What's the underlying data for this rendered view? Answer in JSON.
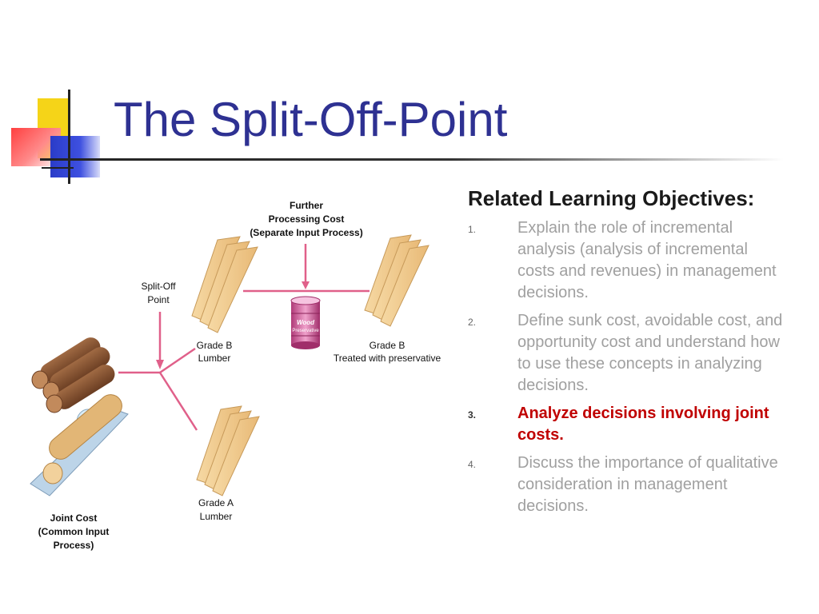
{
  "slide": {
    "title": "The Split-Off-Point"
  },
  "objectives": {
    "heading": "Related Learning Objectives:",
    "items": [
      {
        "number": "1.",
        "text": "Explain the role of incremental analysis (analysis of incremental costs and revenues) in management decisions.",
        "highlighted": false
      },
      {
        "number": "2.",
        "text": "Define sunk cost, avoidable cost, and opportunity cost and understand how to use these concepts in analyzing decisions.",
        "highlighted": false
      },
      {
        "number": "3.",
        "text": "Analyze decisions involving joint costs.",
        "highlighted": true
      },
      {
        "number": "4.",
        "text": "Discuss the importance of qualitative consideration in management decisions.",
        "highlighted": false
      }
    ]
  },
  "diagram": {
    "further_processing": [
      "Further",
      "Processing Cost",
      "(Separate Input Process)"
    ],
    "split_off": [
      "Split-Off",
      "Point"
    ],
    "grade_b_lumber": [
      "Grade B",
      "Lumber"
    ],
    "grade_b_treated": [
      "Grade B",
      "Treated with preservative"
    ],
    "grade_a_lumber": [
      "Grade A",
      "Lumber"
    ],
    "joint_cost": [
      "Joint Cost",
      "(Common Input",
      "Process)"
    ],
    "barrel_label": [
      "Wood",
      "Preservative"
    ]
  },
  "colors": {
    "title": "#2e3192",
    "highlight": "#c00000",
    "flow_line": "#e0608a"
  }
}
